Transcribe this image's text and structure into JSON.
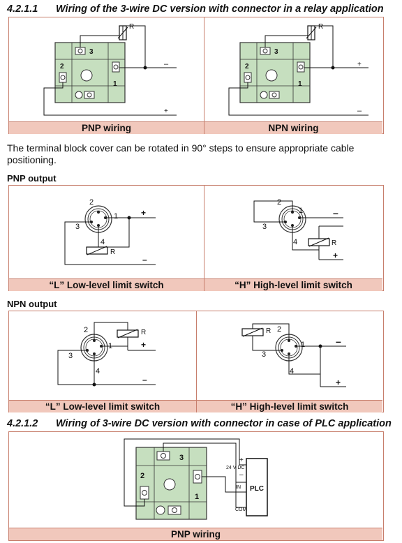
{
  "section1": {
    "number": "4.2.1.1",
    "title": "Wiring of the 3-wire DC version with connector in a relay application",
    "left_caption": "PNP wiring",
    "right_caption": "NPN wiring",
    "left": {
      "term1": "1",
      "term2": "2",
      "term3": "3",
      "relay": "R",
      "top_pol": "–",
      "bottom_pol": "+"
    },
    "right": {
      "term1": "1",
      "term2": "2",
      "term3": "3",
      "relay": "R",
      "top_pol": "+",
      "bottom_pol": "–"
    }
  },
  "paragraph": "The terminal block cover can be rotated in 90° steps to ensure appropriate cable positioning.",
  "pnp_output": {
    "label": "PNP output",
    "left_caption": "“L” Low-level limit switch",
    "right_caption": "“H” High-level limit switch",
    "left": {
      "p1": "1",
      "p2": "2",
      "p3": "3",
      "p4": "4",
      "relay": "R",
      "top_pol": "+",
      "bottom_pol": "–"
    },
    "right": {
      "p1": "1",
      "p2": "2",
      "p3": "3",
      "p4": "4",
      "relay": "R",
      "top_pol": "–",
      "bottom_pol": "+"
    }
  },
  "npn_output": {
    "label": "NPN output",
    "left_caption": "“L” Low-level limit switch",
    "right_caption": "“H” High-level limit switch",
    "left": {
      "p1": "1",
      "p2": "2",
      "p3": "3",
      "p4": "4",
      "relay": "R",
      "top_pol": "+",
      "bottom_pol": "–"
    },
    "right": {
      "p1": "1",
      "p2": "2",
      "p3": "3",
      "p4": "4",
      "relay": "R",
      "top_pol": "–",
      "bottom_pol": "+"
    }
  },
  "section2": {
    "number": "4.2.1.2",
    "title": "Wiring of 3-wire DC version with connector in case of PLC application",
    "caption": "PNP wiring",
    "term1": "1",
    "term2": "2",
    "term3": "3",
    "plus": "+",
    "minus": "–",
    "supply": "24 V DC",
    "in_label": "IN",
    "com_label": "COM",
    "plc_label": "PLC"
  },
  "colors": {
    "frame": "#c77e6c",
    "caption_bg": "#f1c8bc",
    "block_bg": "#c6dfbf"
  }
}
